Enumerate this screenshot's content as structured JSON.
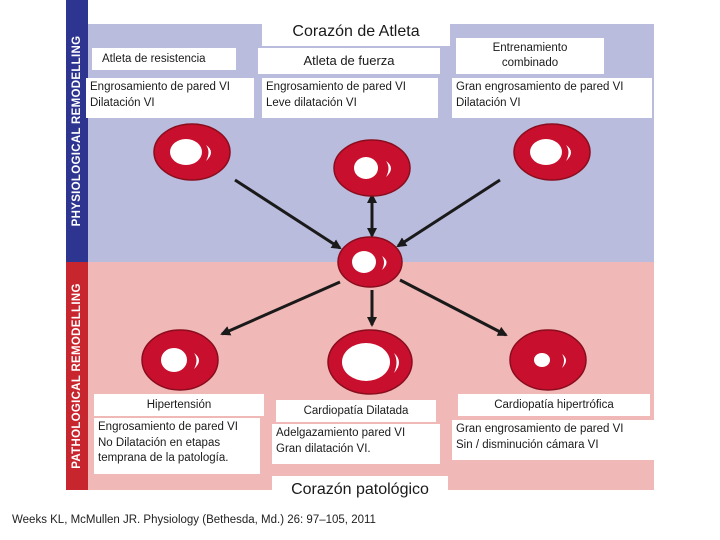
{
  "title_top": "Corazón de Atleta",
  "title_bottom": "Corazón patológico",
  "side_top": "PHYSIOLOGICAL REMODELLING",
  "side_bottom": "PATHOLOGICAL REMODELLING",
  "physiological": {
    "resistance": {
      "name": "Atleta de resistencia",
      "line1": "Engrosamiento de pared VI",
      "line2": "Dilatación VI"
    },
    "strength": {
      "name": "Atleta de fuerza",
      "line1": "Engrosamiento de pared VI",
      "line2": "Leve dilatación VI"
    },
    "combined": {
      "name_line1": "Entrenamiento",
      "name_line2": "combinado",
      "line1": "Gran engrosamiento de pared VI",
      "line2": "Dilatación VI"
    }
  },
  "pathological": {
    "hypertension": {
      "name": "Hipertensión",
      "line1": "Engrosamiento de pared VI",
      "line2": "No Dilatación  en etapas",
      "line3": "temprana de la patología."
    },
    "dilated": {
      "name": "Cardiopatía Dilatada",
      "line1": "Adelgazamiento pared VI",
      "line2": "Gran dilatación VI."
    },
    "hypertrophic": {
      "name": "Cardiopatía hipertrófica",
      "line1": "Gran engrosamiento de pared VI",
      "line2": "Sin / disminución cámara  VI"
    }
  },
  "citation": "Weeks KL, McMullen JR. Physiology (Bethesda, Md.) 26: 97–105, 2011",
  "colors": {
    "physiological_band": "#b9bcdc",
    "pathological_band": "#f0b8b6",
    "physiological_label": "#2e3591",
    "pathological_label": "#c8262e",
    "heart": "#c8102e"
  }
}
